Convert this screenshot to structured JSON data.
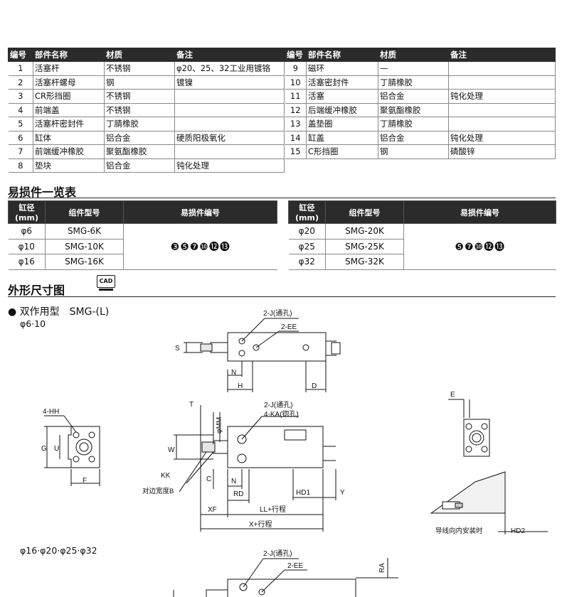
{
  "parts_table": {
    "headers": [
      "编号",
      "部件名称",
      "材质",
      "备注"
    ],
    "left_rows": [
      {
        "no": "1",
        "name": "活塞杆",
        "material": "不锈钢",
        "note": "φ20、25、32工业用镀铬"
      },
      {
        "no": "2",
        "name": "活塞杆螺母",
        "material": "钢",
        "note": "镀镍"
      },
      {
        "no": "3",
        "name": "CR形挡圈",
        "material": "不锈钢",
        "note": ""
      },
      {
        "no": "4",
        "name": "前端盖",
        "material": "不锈钢",
        "note": ""
      },
      {
        "no": "5",
        "name": "活塞杆密封件",
        "material": "丁腈橡胶",
        "note": ""
      },
      {
        "no": "6",
        "name": "缸体",
        "material": "铝合金",
        "note": "硬质阳极氧化"
      },
      {
        "no": "7",
        "name": "前端缓冲橡胶",
        "material": "聚氨酯橡胶",
        "note": ""
      },
      {
        "no": "8",
        "name": "垫块",
        "material": "铝合金",
        "note": "钝化处理"
      }
    ],
    "right_rows": [
      {
        "no": "9",
        "name": "磁环",
        "material": "—",
        "note": ""
      },
      {
        "no": "10",
        "name": "活塞密封件",
        "material": "丁腈橡胶",
        "note": ""
      },
      {
        "no": "11",
        "name": "活塞",
        "material": "铝合金",
        "note": "钝化处理"
      },
      {
        "no": "12",
        "name": "后端缓冲橡胶",
        "material": "聚氨酯橡胶",
        "note": ""
      },
      {
        "no": "13",
        "name": "盖垫圈",
        "material": "丁腈橡胶",
        "note": ""
      },
      {
        "no": "14",
        "name": "缸盖",
        "material": "铝合金",
        "note": "钝化处理"
      },
      {
        "no": "15",
        "name": "C形挡圈",
        "material": "钢",
        "note": "磷酸锌"
      }
    ]
  },
  "wear_section": {
    "title": "易损件一览表",
    "headers": [
      "缸径(mm)",
      "组件型号",
      "易损件编号"
    ],
    "left": {
      "rows": [
        {
          "bore": "φ6",
          "kit": "SMG-6K"
        },
        {
          "bore": "φ10",
          "kit": "SMG-10K"
        },
        {
          "bore": "φ16",
          "kit": "SMG-16K"
        }
      ],
      "codes": "❸❺❼❿⓬⓭"
    },
    "right": {
      "rows": [
        {
          "bore": "φ20",
          "kit": "SMG-20K"
        },
        {
          "bore": "φ25",
          "kit": "SMG-25K"
        },
        {
          "bore": "φ32",
          "kit": "SMG-32K"
        }
      ],
      "codes": "❺❼❿⓬⓭"
    }
  },
  "dims_section": {
    "title": "外形尺寸图",
    "cad_badge": "CAD",
    "model_label": "● 双作用型　SMG-(L)",
    "bore_small": "φ6·10",
    "bore_large": "φ16·φ20·φ25·φ32",
    "labels": {
      "j_top": "2-J(通孔)",
      "ee_top": "2-EE",
      "s": "S",
      "n": "N",
      "h": "H",
      "d": "D",
      "hh": "4-HH",
      "g": "G",
      "u": "U",
      "f": "F",
      "t": "T",
      "mm": "φMM",
      "w": "W",
      "j_mid": "2-J(通孔)",
      "ka": "4-KA(锪孔)",
      "kk": "KK",
      "c": "C",
      "n2": "N",
      "rd": "RD",
      "hd1": "HD1",
      "y": "Y",
      "across": "对边宽度B",
      "xf": "XF",
      "ll": "LL+行程",
      "x": "X+行程",
      "e": "E",
      "hd2_note": "导线向内安装时",
      "hd2": "HD2",
      "j_bot": "2-J(通孔)",
      "ee_bot": "2-EE",
      "ra": "RA"
    }
  }
}
